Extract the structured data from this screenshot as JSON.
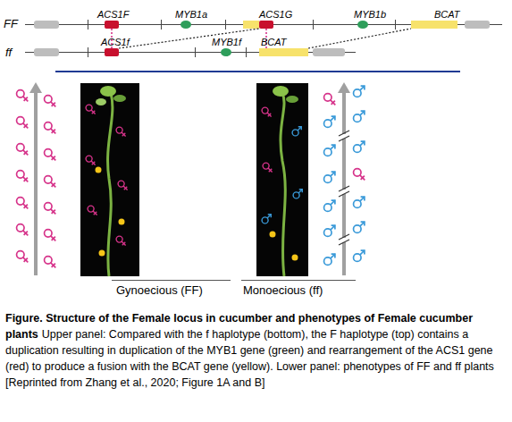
{
  "diagram": {
    "title": "Figure. Structure of the Female locus in cucumber and phenotypes of Female cucumber plants",
    "caption": "Upper panel: Compared with the f haplotype (bottom), the F haplotype (top) contains a duplication resulting in duplication of the MYB1 gene (green) and rearrangement of the ACS1 gene (red) to produce a fusion with the BCAT gene (yellow). Lower panel: phenotypes of FF and ff plants [Reprinted from Zhang et al., 2020; Figure 1A and B]",
    "nodes": [
      {
        "text": [
          "ACS1F"
        ]
      },
      {
        "text": [
          "MYB1a"
        ]
      },
      {
        "text": [
          "ACS1G"
        ]
      },
      {
        "text": [
          "MYB1b"
        ]
      },
      {
        "text": [
          "BCAT"
        ]
      },
      {
        "text": [
          "ACS1f"
        ]
      },
      {
        "text": [
          "MYB1f"
        ]
      },
      {
        "text": [
          "BCAT"
        ]
      }
    ],
    "edges": [
      {
        "from": 0,
        "to": 5,
        "arrow": "none"
      },
      {
        "from": 2,
        "to": 7,
        "arrow": "none"
      },
      {
        "from": 5,
        "to": 2,
        "arrow": "none"
      },
      {
        "from": 7,
        "to": 4,
        "arrow": "none"
      }
    ],
    "labels": [
      "FF",
      "ff",
      "Gynoecious (FF)",
      "Monoecious (ff)"
    ]
  }
}
